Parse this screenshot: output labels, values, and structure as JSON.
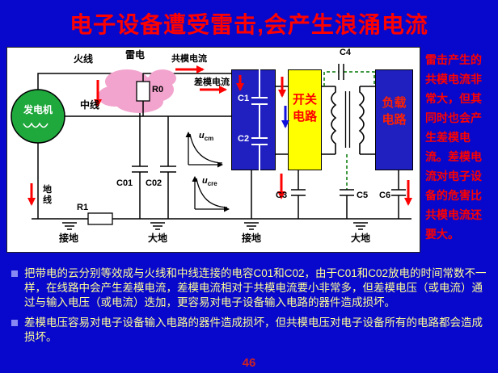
{
  "slide": {
    "title": "电子设备遭受雷击,会产生浪涌电流",
    "page_number": "46"
  },
  "side_note": {
    "text": "雷击产生的共模电流非常大，但其同时也会产生差模电流。差模电流对电子设备的危害比共模电流还要大。"
  },
  "bullets": [
    {
      "text": "把带电的云分别等效成与火线和中线连接的电容C01和C02，由于C01和C02放电的时间常数不一样，在线路中会产生差模电流，差模电流相对于共模电流要小非常多，但差模电压（或电流）通过与输入电压（或电流）迭加，更容易对电子设备输入电路的器件造成损坏。"
    },
    {
      "text": "差模电压容易对电子设备输入电路的器件造成损坏，但共模电压对电子设备所有的电路都会造成损坏。"
    }
  ],
  "diagram": {
    "labels": {
      "live_wire": "火线",
      "lightning": "雷电",
      "neutral_wire": "中线",
      "ground_wire": "地线",
      "generator": "发电机",
      "common_mode_current": "共模电流",
      "diff_mode_current": "差模电流",
      "r0": "R0",
      "r1": "R1",
      "c01": "C01",
      "c02": "C02",
      "c1": "C1",
      "c2": "C2",
      "c3": "C3",
      "c4": "C4",
      "c5": "C5",
      "c6": "C6",
      "switch_circuit": "开关电路",
      "load_circuit": "负载电路",
      "ground_left": "接地",
      "earth_left": "大地",
      "ground_right": "接地",
      "earth_right": "大地",
      "ucm_base": "u",
      "ucm_sub": "cm",
      "ucre_base": "u",
      "ucre_sub": "cre"
    },
    "colors": {
      "slide_background": "#0808CC",
      "title_red": "#FF0000",
      "generator_green": "#1FA83C",
      "cloud_pink": "#F2A4CE",
      "switch_box_yellow": "#FFFF00",
      "filter_load_box_blue": "#2020C0",
      "arrow_red": "#FF0000",
      "arrow_blue": "#1111DD",
      "dashed_lead_green": "#007700",
      "bullet_text_yellow": "#FFFF99"
    }
  }
}
